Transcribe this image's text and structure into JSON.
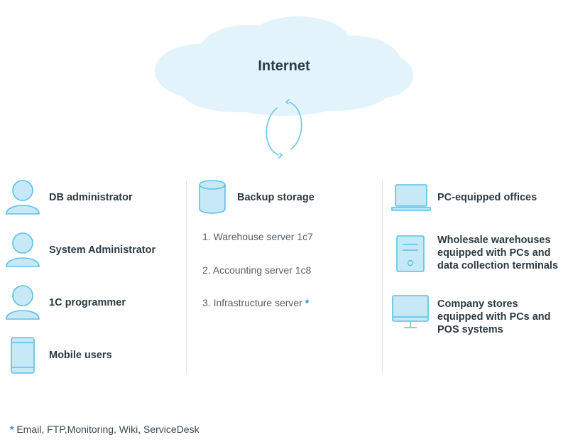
{
  "cloud": {
    "title": "Internet"
  },
  "people": [
    {
      "label": "DB administrator",
      "icon": "user-icon"
    },
    {
      "label": "System Administrator",
      "icon": "user-icon"
    },
    {
      "label": "1C programmer",
      "icon": "user-icon"
    },
    {
      "label": "Mobile users",
      "icon": "mobile-phone-icon"
    }
  ],
  "storage": {
    "title": "Backup storage",
    "icon": "database-icon",
    "servers": [
      {
        "number": "1.",
        "name": "Warehouse server 1c7",
        "marker": ""
      },
      {
        "number": "2.",
        "name": "Accounting server 1c8",
        "marker": ""
      },
      {
        "number": "3.",
        "name": "Infrastructure server",
        "marker": "*"
      }
    ]
  },
  "locations": [
    {
      "label": "PC-equipped offices",
      "icon": "laptop-icon"
    },
    {
      "label": "Wholesale warehouses equipped with PCs and data collection terminals",
      "icon": "pc-tower-icon"
    },
    {
      "label": "Company stores equipped with PCs and POS systems",
      "icon": "monitor-icon"
    }
  ],
  "footnote": {
    "marker": "*",
    "text": "Email, FTP,Monitoring, Wiki, ServiceDesk"
  },
  "colors": {
    "icon_fill": "#c7e8f7",
    "icon_stroke": "#5bc0e8",
    "cloud_fill": "#e3f3fb",
    "accent": "#1a9ac9"
  }
}
